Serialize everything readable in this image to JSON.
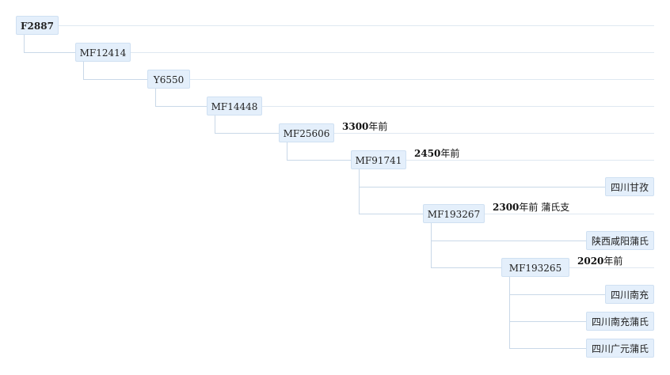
{
  "tree": {
    "nodes": [
      {
        "id": "F2887",
        "label": "F2887",
        "annotation": null
      },
      {
        "id": "MF12414",
        "label": "MF12414",
        "annotation": null
      },
      {
        "id": "Y6550",
        "label": "Y6550",
        "annotation": null
      },
      {
        "id": "MF14448",
        "label": "MF14448",
        "annotation": null
      },
      {
        "id": "MF25606",
        "label": "MF25606",
        "annotation": {
          "age": "3300",
          "rest": "年前"
        }
      },
      {
        "id": "MF91741",
        "label": "MF91741",
        "annotation": {
          "age": "2450",
          "rest": "年前"
        }
      },
      {
        "id": "sichuan-ganzi",
        "label": "四川甘孜",
        "annotation": null
      },
      {
        "id": "MF193267",
        "label": "MF193267",
        "annotation": {
          "age": "2300",
          "rest": "年前 蒲氏支"
        }
      },
      {
        "id": "shaanxi-xianyang-pu",
        "label": "陕西咸阳蒲氏",
        "annotation": null
      },
      {
        "id": "MF193265",
        "label": "MF193265",
        "annotation": {
          "age": "2020",
          "rest": "年前"
        }
      },
      {
        "id": "sichuan-nanchong",
        "label": "四川南充",
        "annotation": null
      },
      {
        "id": "sichuan-nanchong-pu",
        "label": "四川南充蒲氏",
        "annotation": null
      },
      {
        "id": "sichuan-guangyuan-pu",
        "label": "四川广元蒲氏",
        "annotation": null
      }
    ]
  },
  "colors": {
    "node_fill": "#e4effb",
    "node_border": "#cfe0f2",
    "connector": "#c9d8e8",
    "row_line": "#dfe8f1"
  }
}
